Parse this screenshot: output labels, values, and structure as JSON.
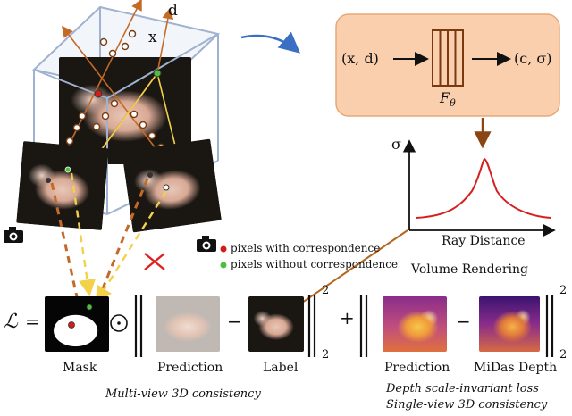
{
  "camera_space": {
    "x_label": "x",
    "d_label": "d"
  },
  "network": {
    "input_label": "(x, d)",
    "output_label": "(c, σ)",
    "function_label": "F",
    "function_subscript": "θ"
  },
  "density_plot": {
    "y_label": "σ",
    "x_label": "Ray Distance"
  },
  "legend": {
    "items": [
      {
        "label": "pixels with correspondence",
        "color": "#d01c1c"
      },
      {
        "label": "pixels without correspondence",
        "color": "#4cbf3c"
      }
    ]
  },
  "volume_rendering_label": "Volume Rendering",
  "equation": {
    "loss_symbol": "ℒ",
    "equals": "=",
    "hadamard": "⊙",
    "minus": "−",
    "plus": "+",
    "norm_sup_1": "2",
    "norm_sub_1": "2",
    "norm_sup_2": "2",
    "norm_sub_2": "2"
  },
  "image_labels": {
    "mask": "Mask",
    "prediction_rgb": "Prediction",
    "label": "Label",
    "prediction_depth": "Prediction",
    "midas_depth": "MiDas Depth"
  },
  "captions": {
    "multi_view": "Multi-view 3D consistency",
    "depth_loss": "Depth scale-invariant loss",
    "single_view": "Single-view 3D consistency"
  },
  "colors": {
    "accent_orange": "#8b4513",
    "network_box_fill": "#f9cfae",
    "curve_red": "#d42020",
    "arrow_blue": "#3a6fc4",
    "dashed_brown": "#b5651d",
    "dashed_yellow": "#f2d24a"
  }
}
